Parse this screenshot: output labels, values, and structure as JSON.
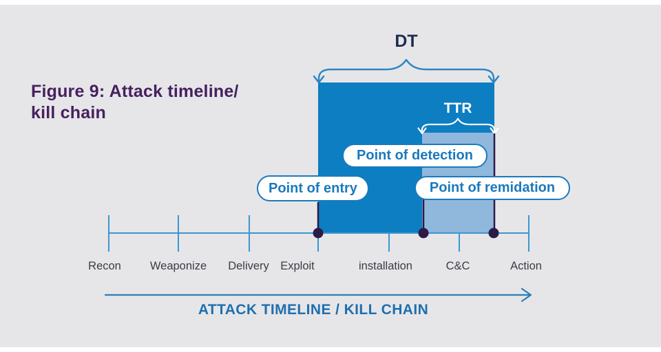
{
  "figure": {
    "title_line1": "Figure 9: Attack timeline/",
    "title_line2": "kill chain"
  },
  "annotations": {
    "dt_label": "DT",
    "ttr_label": "TTR"
  },
  "pills": {
    "entry": "Point of entry",
    "detection": "Point of detection",
    "remediation": "Point of remidation"
  },
  "timeline": {
    "stages": [
      {
        "label": "Recon"
      },
      {
        "label": "Weaponize"
      },
      {
        "label": "Delivery"
      },
      {
        "label": "Exploit"
      },
      {
        "label": "installation"
      },
      {
        "label": "C&C"
      },
      {
        "label": "Action"
      }
    ],
    "caption": "ATTACK TIMELINE / KILL CHAIN"
  },
  "colors": {
    "background": "#e6e6e9",
    "dark_blue_rect": "#0d7ec1",
    "light_blue_rect": "#8fb8dc",
    "navy_dots_lines": "#2c1b47",
    "brace_blue": "#2e86c3",
    "tick_blue": "#3b96cf",
    "pill_blue": "#1b79bd",
    "title_purple": "#46215e",
    "dt_text_navy": "#1d2c4f",
    "caption_blue": "#1f6fad"
  }
}
